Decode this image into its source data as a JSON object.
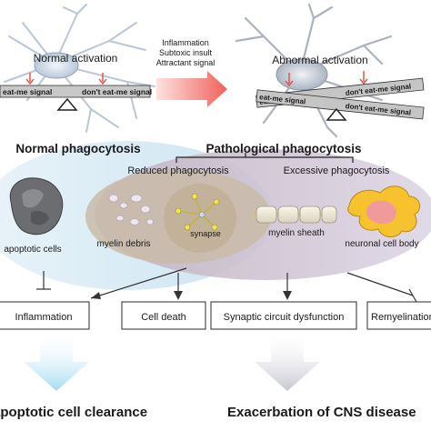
{
  "top": {
    "normal_activation": "Normal activation",
    "abnormal_activation": "Abnormal activation",
    "triggers": [
      "Inflammation",
      "Subtoxic insult",
      "Attractant signal"
    ],
    "normal_balance": {
      "eat_me": "eat-me signal",
      "dont_eat_me": "don't eat-me signal"
    },
    "abnormal_balance": {
      "eat_me_upper": "eat-me signal",
      "eat_me_lower": "eat-me signal",
      "dont_eat_me_upper": "don't eat-me signal",
      "dont_eat_me_lower": "don't eat-me signal"
    }
  },
  "headings": {
    "normal_phagocytosis": "Normal phagocytosis",
    "pathological_phagocytosis": "Pathological phagocytosis",
    "reduced_phagocytosis": "Reduced phagocytosis",
    "excessive_phagocytosis": "Excessive phagocytosis"
  },
  "targets": {
    "apoptotic_cells": "apoptotic cells",
    "myelin_debris": "myelin debris",
    "synapse": "synapse",
    "myelin_sheath": "myelin sheath",
    "neuronal_cell_body": "neuronal cell body"
  },
  "outcomes": [
    "Inflammation",
    "Cell death",
    "Synaptic circuit dysfunction",
    "Remyelination"
  ],
  "results": {
    "left": "apoptotic cell clearance",
    "right": "Exacerbation of CNS disease"
  },
  "colors": {
    "normal_ellipse": "#cfe6f2",
    "pathological_ellipse": "#c9bed6",
    "reduced_ellipse": "#c7b7a2",
    "excessive_ellipse": "#d8cfe0",
    "clearance_text": "#2fb3e0",
    "exacerbation_text": "#7b5aa8",
    "signal_arrow": "#e8483c",
    "trigger_arrow": "#f26d6d"
  }
}
